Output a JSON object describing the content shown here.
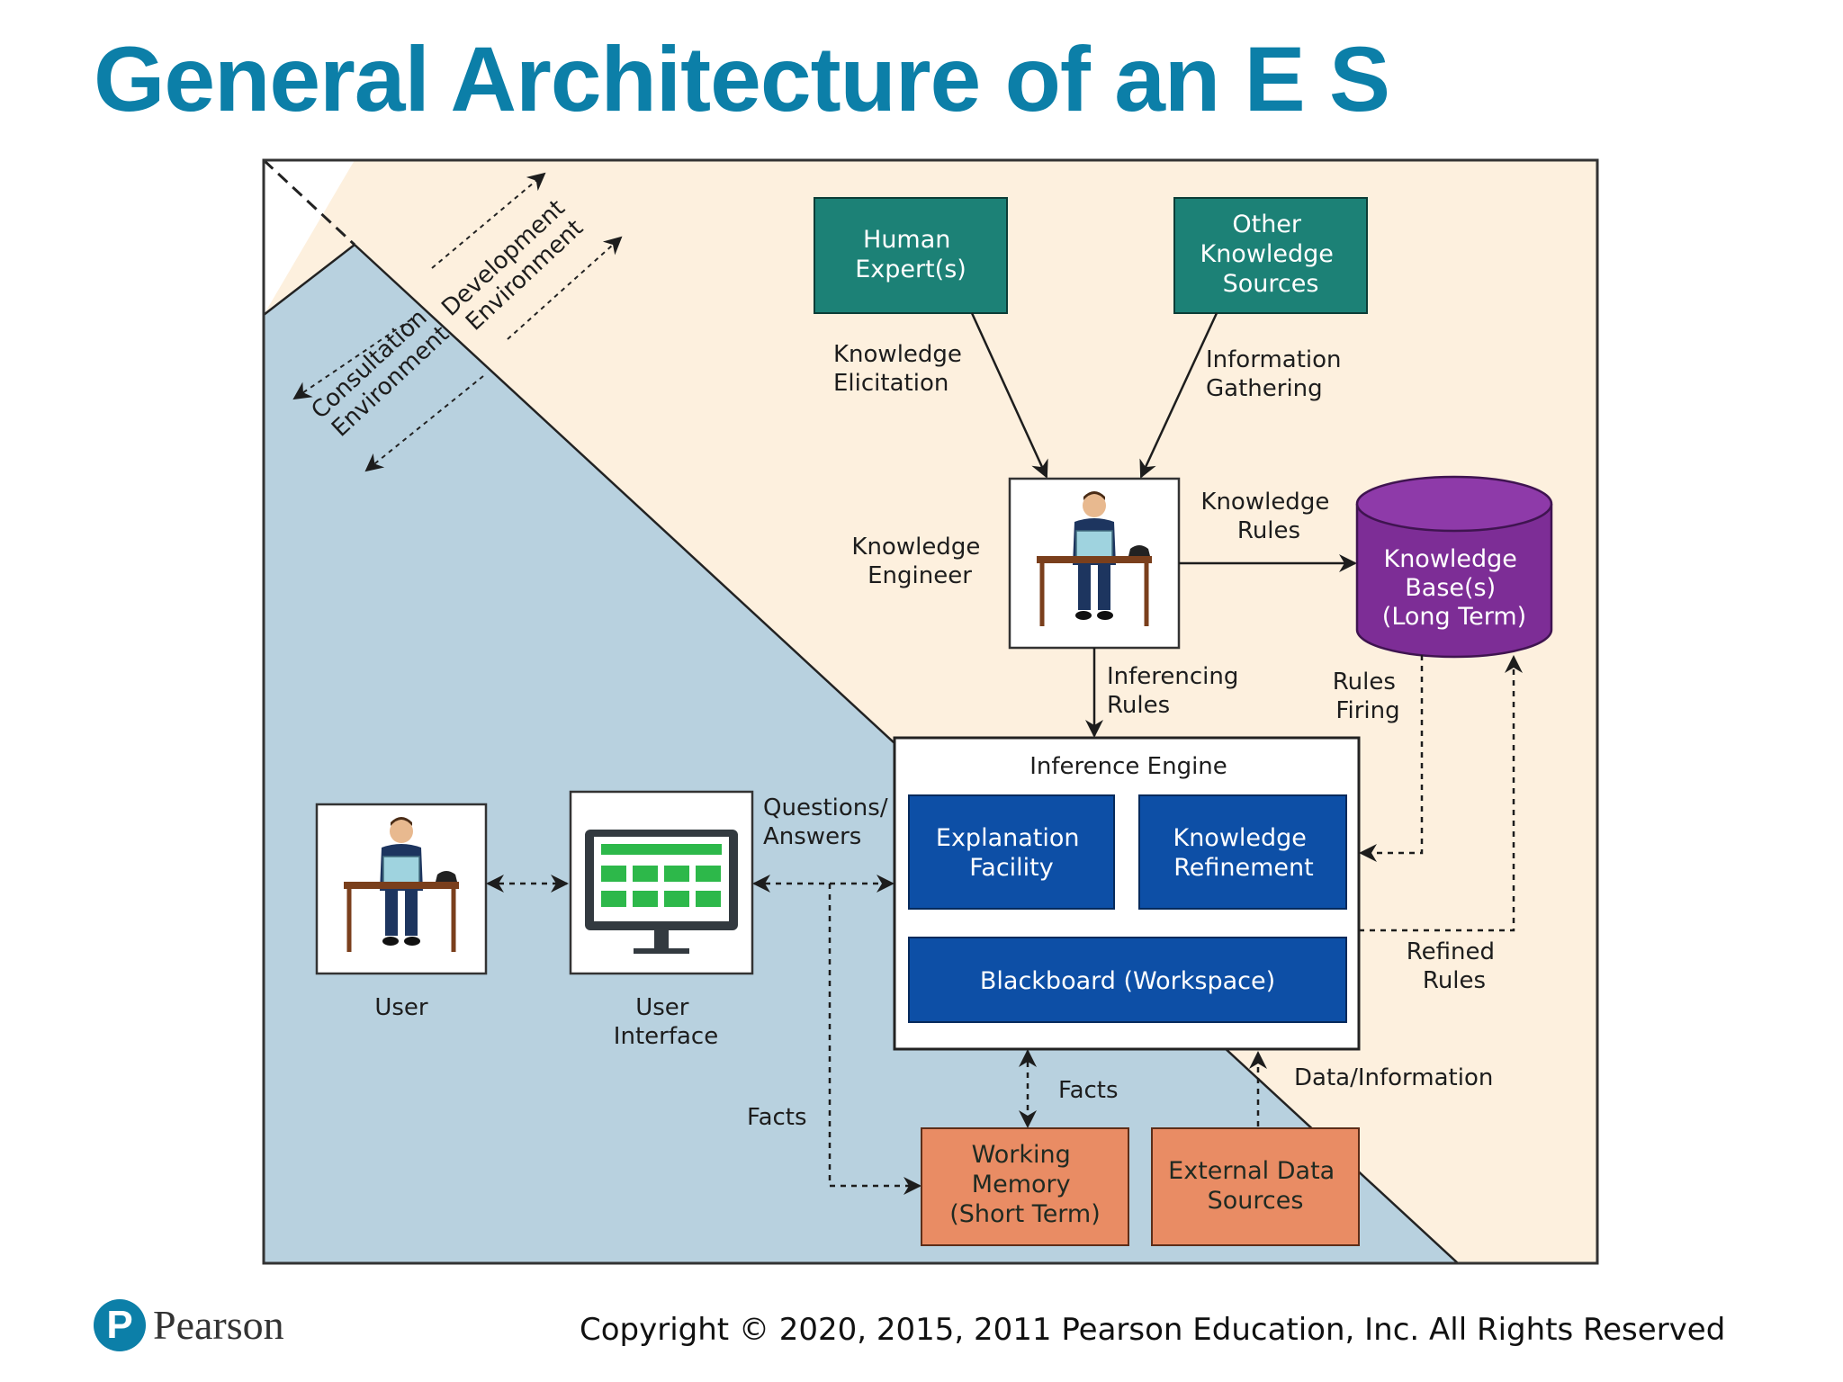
{
  "slide": {
    "title": "General Architecture of an E S",
    "footer_brand": "Pearson",
    "footer_logo_letter": "P",
    "copyright": "Copyright © 2020, 2015, 2011 Pearson Education, Inc. All Rights Reserved"
  },
  "colors": {
    "title": "#0c7fa8",
    "development_area": "#fdf0de",
    "consultation_area": "#b8d1df",
    "teal_box": "#1c8176",
    "purple_cylinder": "#7d2d96",
    "blue_box": "#0d4fa6",
    "orange_box": "#e98c64"
  },
  "diagram": {
    "environments": {
      "development": [
        "Development",
        "Environment"
      ],
      "consultation": [
        "Consultation",
        "Environment"
      ]
    },
    "sources": {
      "human_expert": [
        "Human",
        "Expert(s)"
      ],
      "other_sources": [
        "Other",
        "Knowledge",
        "Sources"
      ]
    },
    "edges": {
      "knowledge_elicitation": [
        "Knowledge",
        "Elicitation"
      ],
      "information_gathering": [
        "Information",
        "Gathering"
      ],
      "knowledge_rules": [
        "Knowledge",
        "Rules"
      ],
      "inferencing_rules": [
        "Inferencing",
        "Rules"
      ],
      "rules_firing": [
        "Rules",
        "Firing"
      ],
      "refined_rules": [
        "Refined",
        "Rules"
      ],
      "questions_answers": [
        "Questions/",
        "Answers"
      ],
      "facts_left": "Facts",
      "facts_center": "Facts",
      "data_information": "Data/Information"
    },
    "actors": {
      "knowledge_engineer": [
        "Knowledge",
        "Engineer"
      ],
      "user": "User",
      "user_interface": [
        "User",
        "Interface"
      ]
    },
    "knowledge_base": [
      "Knowledge",
      "Base(s)",
      "(Long Term)"
    ],
    "inference_engine": {
      "title": "Inference Engine",
      "explanation": [
        "Explanation",
        "Facility"
      ],
      "refinement": [
        "Knowledge",
        "Refinement"
      ],
      "blackboard": "Blackboard (Workspace)"
    },
    "working_memory": [
      "Working",
      "Memory",
      "(Short Term)"
    ],
    "external_data": [
      "External Data",
      "Sources"
    ]
  }
}
